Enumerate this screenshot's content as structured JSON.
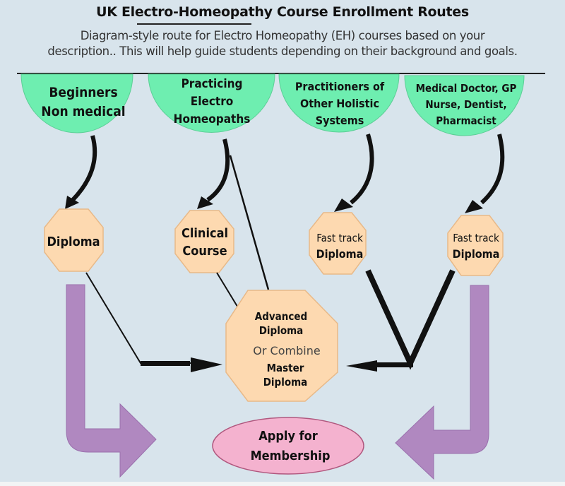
{
  "header": {
    "title": "UK Electro-Homeopathy Course Enrollment Routes",
    "subtitle_line1": "Diagram-style route for Electro Homeopathy (EH) courses based on your",
    "subtitle_line2": "description.. This will help guide students depending on their background and goals."
  },
  "colors": {
    "background": "#d8e4ec",
    "audience_fill": "#6eeeb0",
    "course_fill": "#fdd9b0",
    "course_stroke": "#e8b988",
    "membership_fill": "#f4b2cf",
    "membership_stroke": "#b0577e",
    "route_arrow_fill": "#b088c0",
    "connector": "#111111"
  },
  "audiences": [
    {
      "id": "beginners",
      "lines": [
        "Beginners",
        "Non medical"
      ]
    },
    {
      "id": "practicing-eh",
      "lines": [
        "Practicing",
        "Electro",
        "Homeopaths"
      ]
    },
    {
      "id": "holistic",
      "lines": [
        "Practitioners of",
        "Other Holistic",
        "Systems"
      ]
    },
    {
      "id": "medical",
      "lines": [
        "Medical Doctor, GP",
        "Nurse, Dentist,",
        "Pharmacist"
      ]
    }
  ],
  "courses": [
    {
      "id": "diploma",
      "lines": [
        "Diploma"
      ]
    },
    {
      "id": "clinical-course",
      "lines": [
        "Clinical",
        "Course"
      ]
    },
    {
      "id": "fast-track-1",
      "lines": [
        "Fast track",
        "Diploma"
      ]
    },
    {
      "id": "fast-track-2",
      "lines": [
        "Fast track",
        "Diploma"
      ]
    }
  ],
  "advanced": {
    "line1": "Advanced",
    "line2": "Diploma",
    "connector": "Or Combine",
    "line3": "Master",
    "line4": "Diploma"
  },
  "membership": {
    "line1": "Apply for",
    "line2": "Membership"
  },
  "edges": [
    {
      "from": "beginners",
      "to": "diploma"
    },
    {
      "from": "practicing-eh",
      "to": "clinical-course"
    },
    {
      "from": "practicing-eh",
      "to": "advanced"
    },
    {
      "from": "holistic",
      "to": "fast-track-1"
    },
    {
      "from": "medical",
      "to": "fast-track-2"
    },
    {
      "from": "diploma",
      "to": "advanced"
    },
    {
      "from": "clinical-course",
      "to": "advanced"
    },
    {
      "from": "fast-track-1",
      "to": "advanced"
    },
    {
      "from": "fast-track-2",
      "to": "advanced"
    },
    {
      "from": "diploma",
      "to": "membership"
    },
    {
      "from": "fast-track-2",
      "to": "membership"
    }
  ]
}
